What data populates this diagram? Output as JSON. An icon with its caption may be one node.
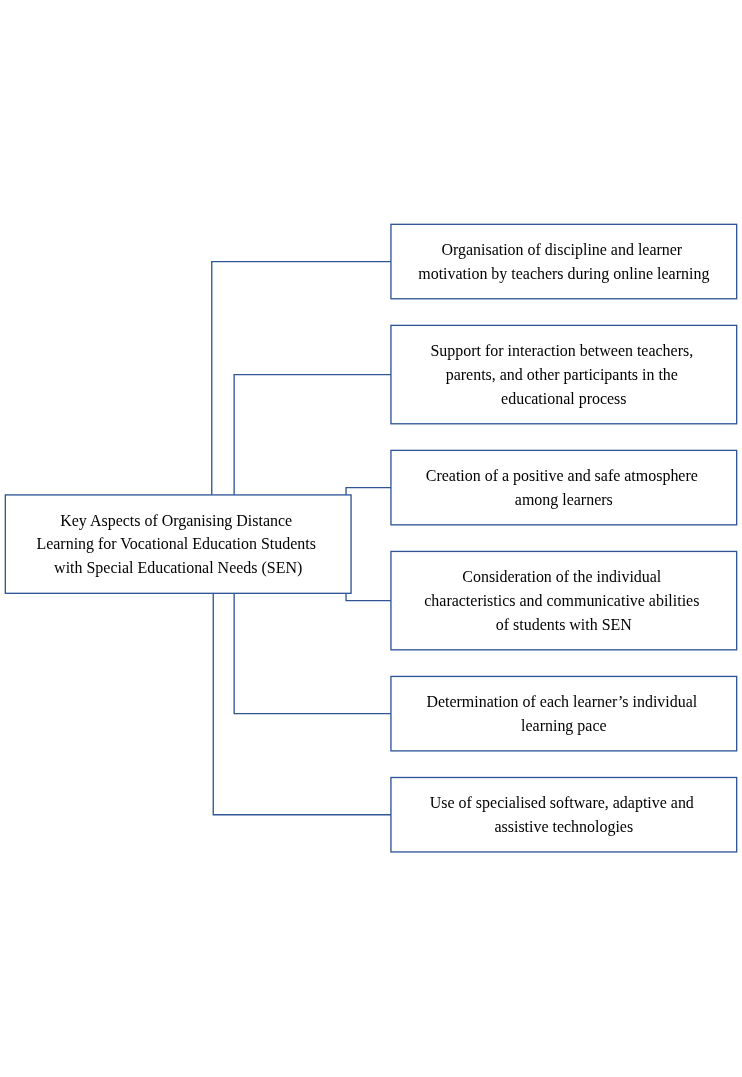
{
  "diagram": {
    "nodes": [
      {
        "text": [
          "Key Aspects of Organising Distance Learning for Vocational Education Students with Special Educational Needs (SEN)"
        ]
      },
      {
        "text": [
          "Organisation of discipline and learner motivation by teachers during online learning"
        ]
      },
      {
        "text": [
          "Support for interaction between teachers, parents, and other participants in the educational process"
        ]
      },
      {
        "text": [
          "Creation of a positive and safe atmosphere among learners"
        ]
      },
      {
        "text": [
          "Consideration of the individual characteristics and communicative abilities of students with SEN"
        ]
      },
      {
        "text": [
          "Determination of each learner’s individual learning pace"
        ]
      },
      {
        "text": [
          "Use of specialised software, adaptive and assistive technologies"
        ]
      }
    ],
    "edges": [
      {
        "from": 0,
        "to": 1,
        "arrow": "none"
      },
      {
        "from": 0,
        "to": 2,
        "arrow": "none"
      },
      {
        "from": 0,
        "to": 3,
        "arrow": "none"
      },
      {
        "from": 0,
        "to": 4,
        "arrow": "none"
      },
      {
        "from": 0,
        "to": 5,
        "arrow": "none"
      },
      {
        "from": 0,
        "to": 6,
        "arrow": "none"
      }
    ]
  }
}
